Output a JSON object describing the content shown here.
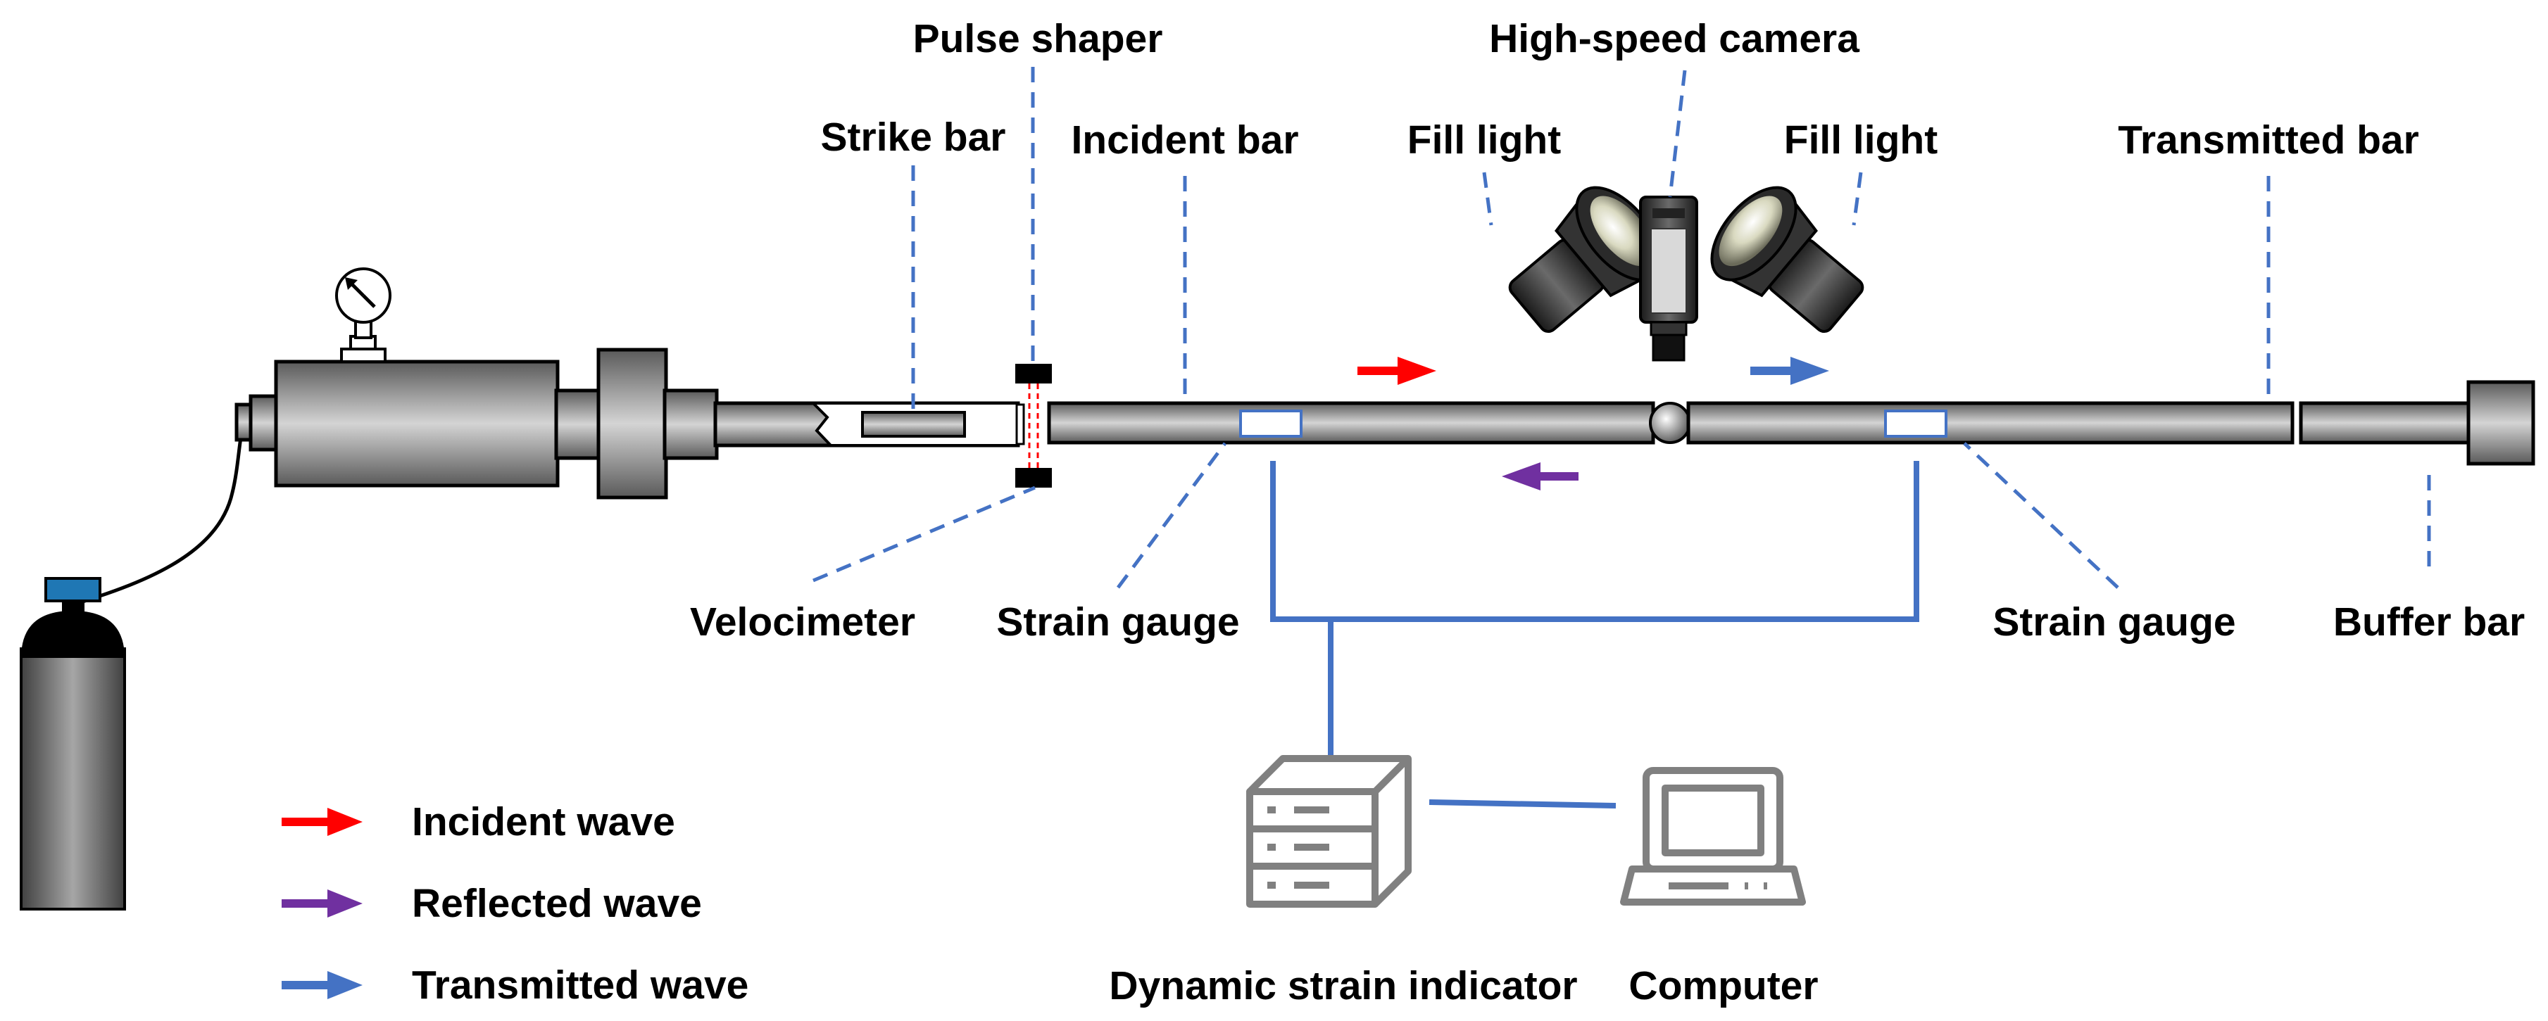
{
  "labels": {
    "pulse_shaper": "Pulse shaper",
    "high_speed_camera": "High-speed camera",
    "strike_bar": "Strike bar",
    "incident_bar": "Incident bar",
    "fill_light_left": "Fill light",
    "fill_light_right": "Fill light",
    "transmitted_bar": "Transmitted bar",
    "velocimeter": "Velocimeter",
    "strain_gauge_left": "Strain gauge",
    "strain_gauge_right": "Strain gauge",
    "buffer_bar": "Buffer bar",
    "dynamic_strain_indicator": "Dynamic strain indicator",
    "computer": "Computer"
  },
  "legend": [
    {
      "label": "Incident wave",
      "color": "#ff0000"
    },
    {
      "label": "Reflected wave",
      "color": "#7030a0"
    },
    {
      "label": "Transmitted wave",
      "color": "#4472c4"
    }
  ],
  "colors": {
    "incident_arrow": "#ff0000",
    "reflected_arrow": "#7030a0",
    "transmitted_arrow": "#4472c4",
    "leader_lines": "#4472c4",
    "signal_wires": "#4472c4",
    "gas_cylinder_valve": "#1f77b4"
  },
  "icons": {
    "pressure_gauge": "pressure-gauge-icon",
    "gas_cylinder": "gas-cylinder-icon",
    "fill_light": "spotlight-icon",
    "camera": "camera-icon",
    "strain_indicator": "server-icon",
    "computer": "laptop-icon"
  }
}
